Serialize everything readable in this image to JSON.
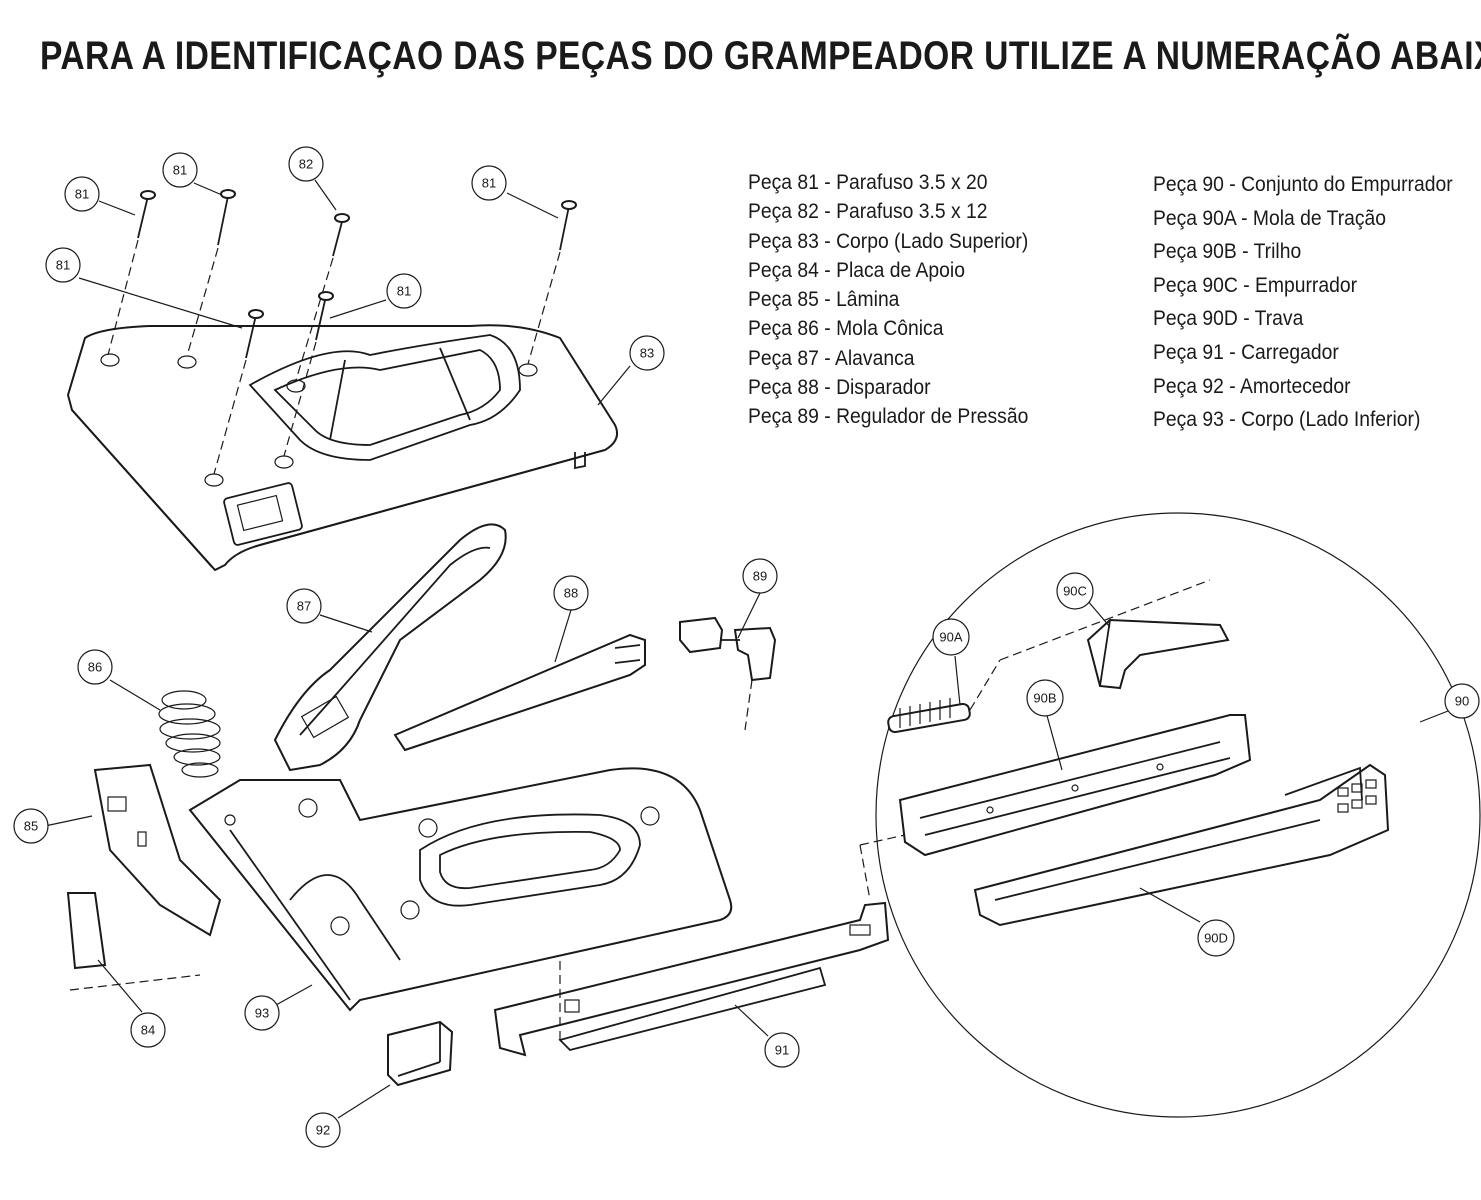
{
  "title": "PARA  A IDENTIFICAÇAO DAS PEÇAS DO GRAMPEADOR UTILIZE A NUMERAÇÃO ABAIXO",
  "legend_left": [
    "Peça 81 - Parafuso 3.5 x 20",
    "Peça 82 - Parafuso 3.5 x 12",
    "Peça 83 - Corpo (Lado Superior)",
    "Peça 84 - Placa de Apoio",
    "Peça 85 - Lâmina",
    "Peça 86 - Mola Cônica",
    "Peça 87 - Alavanca",
    "Peça 88 - Disparador",
    "Peça 89 - Regulador de Pressão"
  ],
  "legend_right": [
    "Peça 90 - Conjunto do Empurrador",
    "Peça 90A - Mola de Tração",
    "Peça 90B - Trilho",
    "Peça 90C - Empurrador",
    "Peça 90D - Trava",
    "Peça 91 - Carregador",
    "Peça 92 - Amortecedor",
    "Peça 93 - Corpo (Lado Inferior)"
  ],
  "callouts": {
    "c81a": "81",
    "c81b": "81",
    "c82": "82",
    "c81c": "81",
    "c81d": "81",
    "c81e": "81",
    "c83": "83",
    "c86": "86",
    "c87": "87",
    "c88": "88",
    "c89": "89",
    "c85": "85",
    "c84": "84",
    "c93": "93",
    "c92": "92",
    "c91": "91",
    "c90": "90",
    "c90A": "90A",
    "c90B": "90B",
    "c90C": "90C",
    "c90D": "90D"
  }
}
